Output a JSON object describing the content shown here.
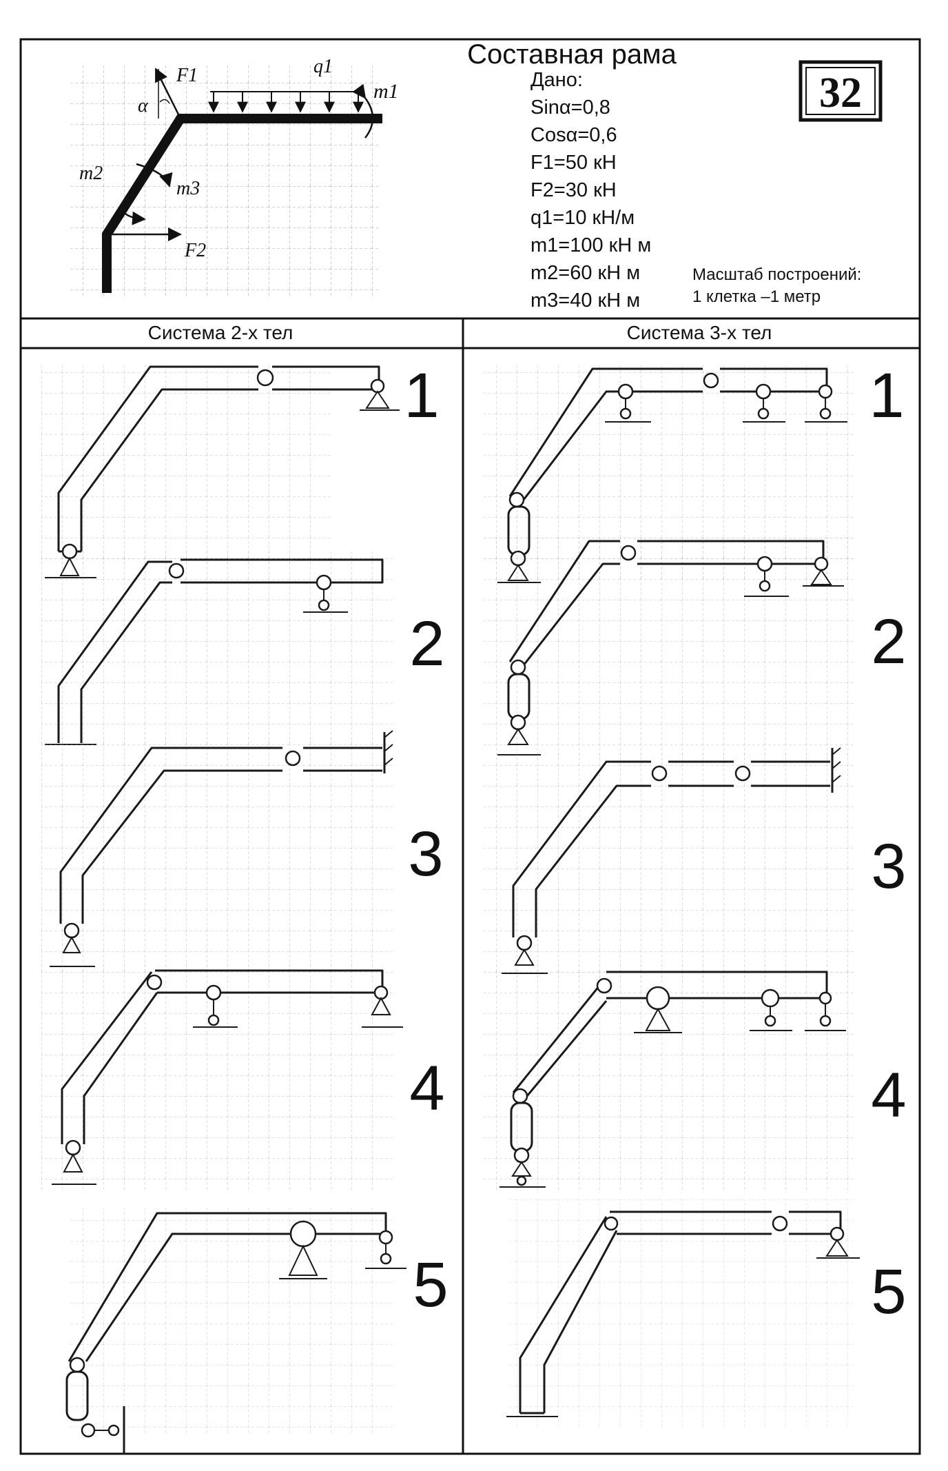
{
  "header": {
    "title": "Составная рама",
    "badge": "32",
    "given_label": "Дано:",
    "given": [
      "Sinα=0,8",
      "Cosα=0,6",
      "F1=50 кН",
      "F2=30 кН",
      "q1=10 кН/м",
      "m1=100 кН м",
      "m2=60 кН м",
      "m3=40 кН м"
    ],
    "scale_title": "Масштаб построений:",
    "scale_value": "1 клетка –1 метр"
  },
  "scheme_labels": {
    "f1": "F1",
    "f2": "F2",
    "q1": "q1",
    "m1": "m1",
    "m2": "m2",
    "m3": "m3",
    "alpha": "α"
  },
  "columns": {
    "left": "Система 2-х тел",
    "right": "Система 3-х тел"
  },
  "variants_left": [
    "1",
    "2",
    "3",
    "4",
    "5"
  ],
  "variants_right": [
    "1",
    "2",
    "3",
    "4",
    "5"
  ]
}
